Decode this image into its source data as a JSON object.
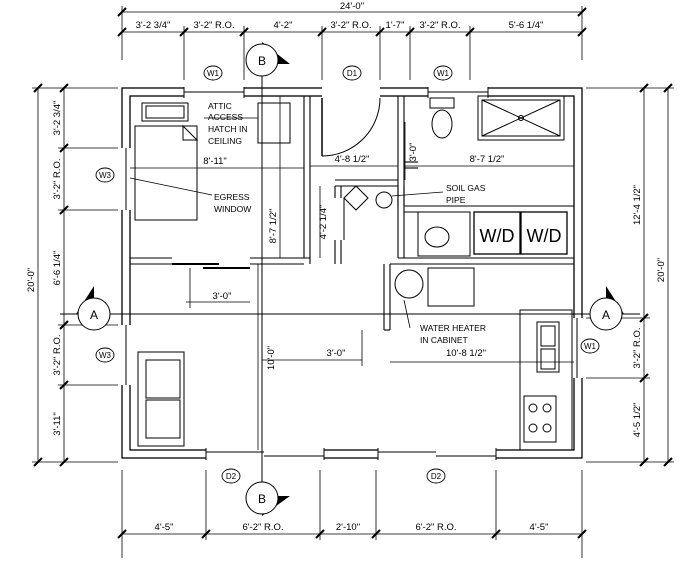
{
  "overall": {
    "width_top": "24'-0\"",
    "height_left": "20'-0\"",
    "height_right": "20'-0\""
  },
  "top_dims": [
    "3'-2 3/4\"",
    "3'-2\" R.O.",
    "4'-2\"",
    "3'-2\" R.O.",
    "1'-7\"",
    "3'-2\" R.O.",
    "5'-6 1/4\""
  ],
  "bottom_dims": [
    "4'-5\"",
    "6'-2\" R.O.",
    "2'-10\"",
    "6'-2\" R.O.",
    "4'-5\""
  ],
  "left_dims": [
    "3'-2 3/4\"",
    "3'-2\" R.O.",
    "6'-6 1/4\"",
    "3'-2\" R.O.",
    "3'-11\""
  ],
  "right_dims": [
    "12'-4 1/2\"",
    "3'-2\" R.O.",
    "4'-5 1/2\""
  ],
  "interior_dims": {
    "bedroom_width": "8'-11\"",
    "bedroom_depth": "8'-7 1/2\"",
    "closet_gap": "3'-0\"",
    "hall_width": "4'-8 1/2\"",
    "bath_width": "8'-7 1/2\"",
    "bath_door": "3'-0\"",
    "hall_depth": "4'-2 1/4\"",
    "living_depth": "10'-0\"",
    "living_gap": "3'-0\"",
    "kitchen_width": "10'-8 1/2\""
  },
  "tags": {
    "w1": "W1",
    "w3": "W3",
    "d1": "D1",
    "d2": "D2"
  },
  "sections": {
    "a": "A",
    "b": "B"
  },
  "labels": {
    "attic": [
      "ATTIC",
      "ACCESS",
      "HATCH IN",
      "CEILING"
    ],
    "egress": [
      "EGRESS",
      "WINDOW"
    ],
    "soil_gas": [
      "SOIL GAS",
      "PIPE"
    ],
    "water_heater": [
      "WATER HEATER",
      "IN CABINET"
    ],
    "washer": "W/D",
    "dryer": "W/D"
  }
}
